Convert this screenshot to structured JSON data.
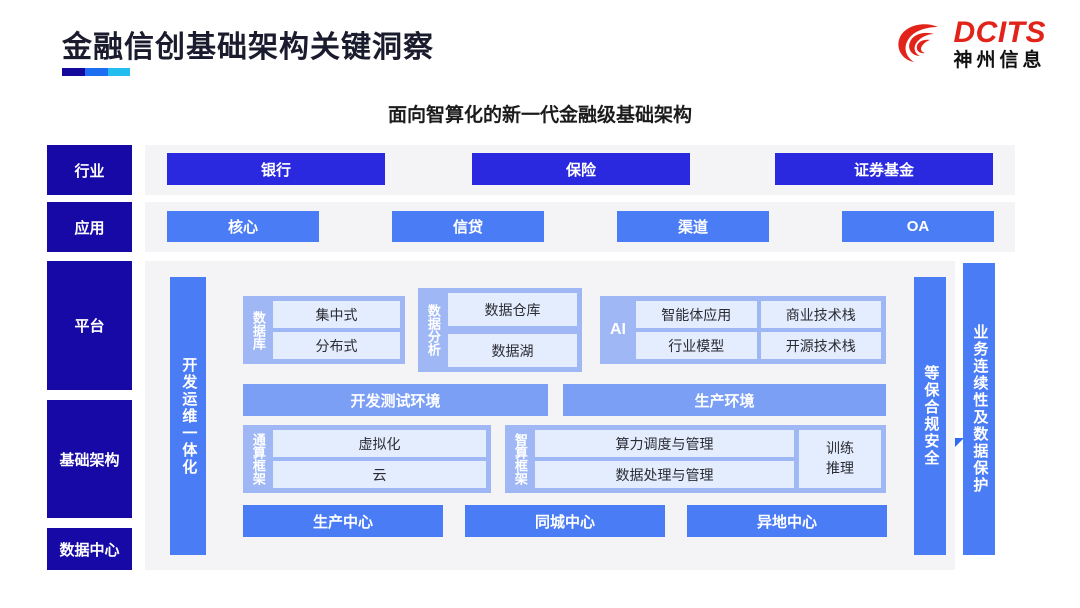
{
  "header": {
    "title": "金融信创基础架构关键洞察",
    "logo_en": "DCITS",
    "logo_cn": "神州信息",
    "logo_icon": "dcits-swirl-logo"
  },
  "subtitle": "面向智算化的新一代金融级基础架构",
  "row_labels": {
    "industry": "行业",
    "application": "应用",
    "platform": "平台",
    "infrastructure": "基础架构",
    "datacenter": "数据中心"
  },
  "industry_row": [
    "银行",
    "保险",
    "证券基金"
  ],
  "application_row": [
    "核心",
    "信贷",
    "渠道",
    "OA"
  ],
  "devops_bar": "开发运维一体化",
  "groups": {
    "database": {
      "label": "数据库",
      "cells": [
        "集中式",
        "分布式"
      ]
    },
    "data_analysis": {
      "label": "数据分析",
      "cells": [
        "数据仓库",
        "数据湖"
      ]
    },
    "ai": {
      "label": "AI",
      "cells": [
        "智能体应用",
        "商业技术栈",
        "行业模型",
        "开源技术栈"
      ]
    },
    "general_compute": {
      "label": "通算框架",
      "cells": [
        "虚拟化",
        "云"
      ]
    },
    "intelligent_compute": {
      "label": "智算框架",
      "cells": [
        "算力调度与管理",
        "数据处理与管理"
      ],
      "side": "训练\n推理",
      "side_line1": "训练",
      "side_line2": "推理"
    }
  },
  "environments": [
    "开发测试环境",
    "生产环境"
  ],
  "centers": [
    "生产中心",
    "同城中心",
    "异地中心"
  ],
  "right_bars": {
    "compliance": "等保合规安全",
    "continuity": "业务连续性及数据保护"
  },
  "colors": {
    "navy": "#1609a5",
    "deep_blue": "#2a29e0",
    "blue": "#4a7cf5",
    "mid_blue": "#7b9ff5",
    "periwinkle": "#9fb8f5",
    "cell": "#e3edfd",
    "panel": "#f4f4f6",
    "brand_red": "#e2231a"
  }
}
